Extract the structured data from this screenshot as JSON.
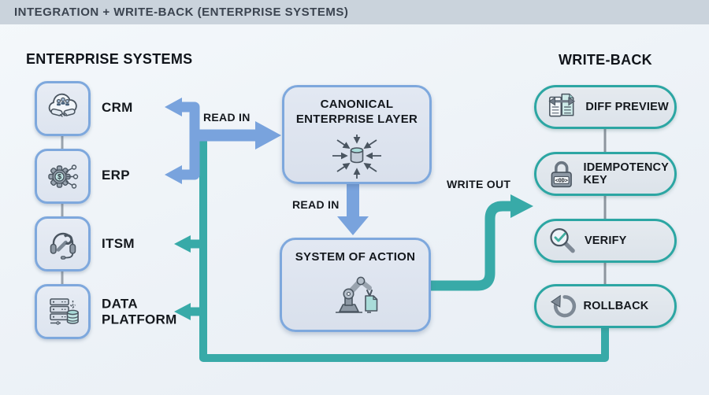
{
  "header": {
    "title": "INTEGRATION + WRITE-BACK (ENTERPRISE SYSTEMS)"
  },
  "left": {
    "heading": "ENTERPRISE SYSTEMS",
    "systems": [
      {
        "label": "CRM",
        "icon": "crm-cloud-handshake-icon"
      },
      {
        "label": "ERP",
        "icon": "erp-gear-dollar-icon"
      },
      {
        "label": "ITSM",
        "icon": "itsm-headset-wrench-icon"
      },
      {
        "label": "DATA PLATFORM",
        "icon": "data-platform-servers-icon"
      }
    ]
  },
  "flow": {
    "canonical_title": "CANONICAL ENTERPRISE LAYER",
    "action_title": "SYSTEM OF ACTION",
    "read_in_top": "READ IN",
    "read_in_mid": "READ IN",
    "write_out": "WRITE OUT"
  },
  "right": {
    "heading": "WRITE-BACK",
    "steps": [
      {
        "label": "DIFF PREVIEW",
        "icon": "diff-documents-icon"
      },
      {
        "label": "IDEMPOTENCY KEY",
        "icon": "padlock-icon",
        "lock_text": "<OD>"
      },
      {
        "label": "VERIFY",
        "icon": "magnifier-check-icon"
      },
      {
        "label": "ROLLBACK",
        "icon": "rollback-arrow-icon"
      }
    ]
  },
  "colors": {
    "blue_arrow": "#79a3dd",
    "teal_arrow": "#38aaa8",
    "box_border_blue": "#7ea8dd",
    "pill_border_teal": "#2ca6a3",
    "titlebar_bg": "#cad3dc",
    "icon_stroke": "#4a5560",
    "icon_teal_fill": "#a9dcd9"
  }
}
